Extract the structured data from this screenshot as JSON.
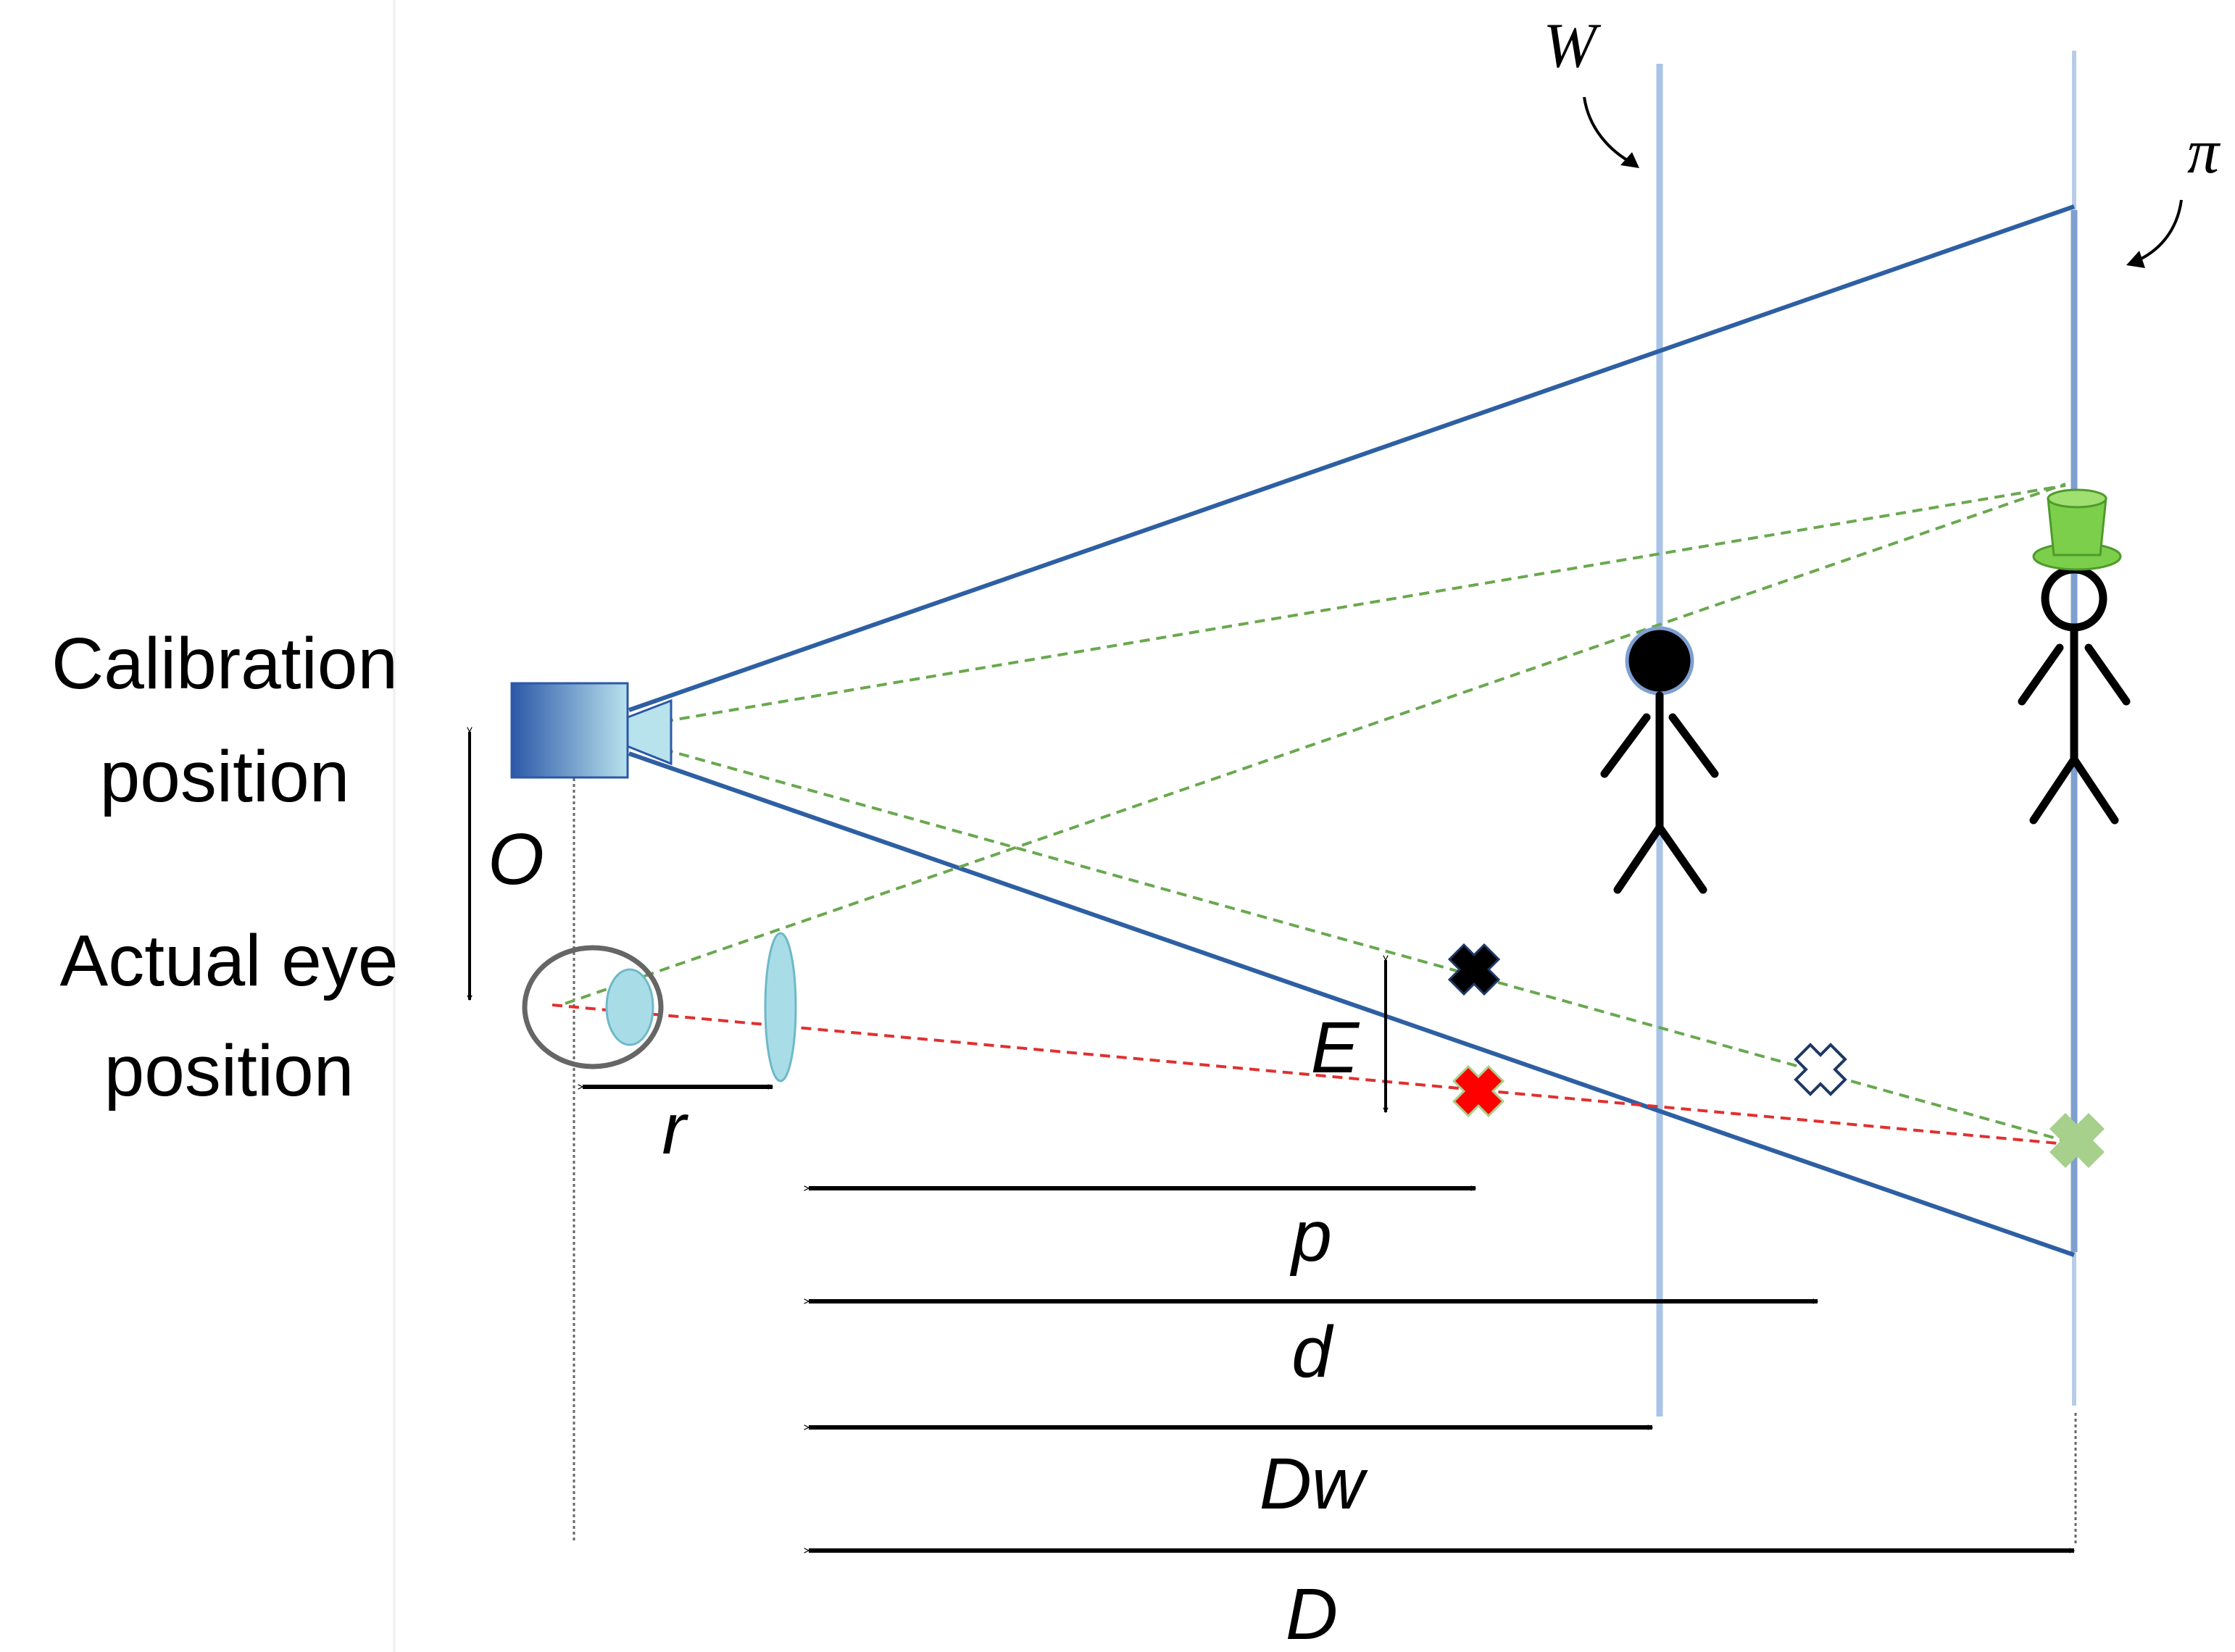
{
  "labels": {
    "calibration_line1": "Calibration",
    "calibration_line2": "position",
    "actual_eye_line1": "Actual eye",
    "actual_eye_line2": "position",
    "offset": "O",
    "eye_relief": "r",
    "error": "E",
    "p": "p",
    "d": "d",
    "dw": "Dw",
    "D": "D",
    "wall": "W",
    "plane": "π"
  },
  "colors": {
    "frustum": "#2e5fa3",
    "wall_line": "#a9c4e8",
    "plane_line": "#7f9fd0",
    "green_dashed": "#6aa84f",
    "red_dashed": "#e03030",
    "lens": "#a8dde8",
    "camera_dark": "#2c58a8",
    "camera_light": "#b8e2ec",
    "hat": "#7ccf4a",
    "red_cross": "#ff0000",
    "black_cross": "#000000",
    "light_green_cross": "#a8d08d",
    "outline_cross": "#1f3864"
  },
  "icons": {
    "eye": "eye-icon",
    "camera": "camera-icon",
    "near_person": "person-icon",
    "far_person": "person-with-hat-icon"
  }
}
